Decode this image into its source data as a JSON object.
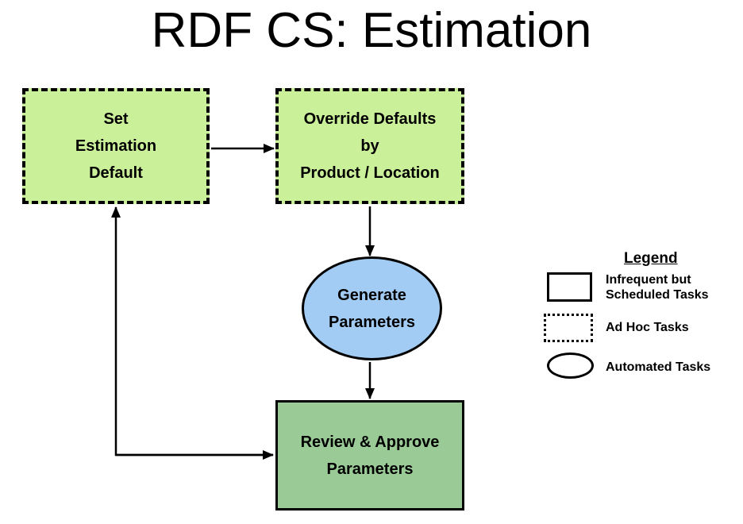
{
  "title": "RDF CS: Estimation",
  "nodes": {
    "set_estimation_default": {
      "line1": "Set",
      "line2": "Estimation",
      "line3": "Default"
    },
    "override_defaults": {
      "line1": "Override Defaults",
      "line2": "by",
      "line3": "Product / Location"
    },
    "generate_parameters": {
      "line1": "Generate",
      "line2": "Parameters"
    },
    "review_approve": {
      "line1": "Review & Approve",
      "line2": "Parameters"
    }
  },
  "edges": [
    {
      "from": "set_estimation_default",
      "to": "override_defaults"
    },
    {
      "from": "override_defaults",
      "to": "generate_parameters"
    },
    {
      "from": "generate_parameters",
      "to": "review_approve"
    },
    {
      "from": "review_approve",
      "to": "set_estimation_default"
    }
  ],
  "legend": {
    "title": "Legend",
    "scheduled": {
      "line1": "Infrequent but",
      "line2": "Scheduled Tasks"
    },
    "ad_hoc": {
      "label": "Ad Hoc Tasks"
    },
    "automated": {
      "label": "Automated Tasks"
    }
  },
  "colors": {
    "ad_hoc_fill": "#cbf09a",
    "automated_fill": "#a2ccf4",
    "scheduled_fill": "#9acb96",
    "line_color": "#000000",
    "background": "#ffffff"
  }
}
